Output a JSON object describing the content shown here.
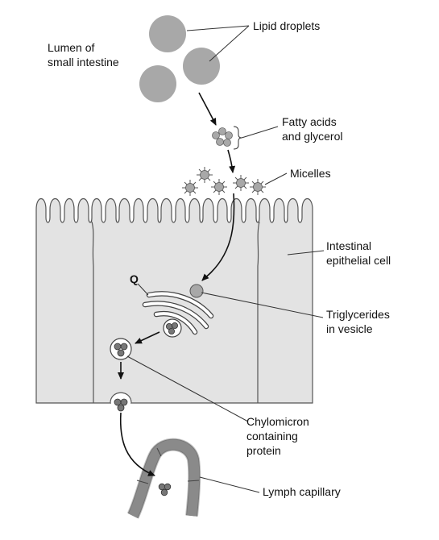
{
  "labels": {
    "lumen_line1": "Lumen of",
    "lumen_line2": "small intestine",
    "lipid_droplets": "Lipid droplets",
    "fatty_acids_line1": "Fatty acids",
    "fatty_acids_line2": "and glycerol",
    "micelles": "Micelles",
    "epithelial_line1": "Intestinal",
    "epithelial_line2": "epithelial cell",
    "q_marker": "Q",
    "triglycerides_line1": "Triglycerides",
    "triglycerides_line2": "in vesicle",
    "chylomicron_line1": "Chylomicron",
    "chylomicron_line2": "containing",
    "chylomicron_line3": "protein",
    "lymph": "Lymph capillary"
  },
  "colors": {
    "cell_fill": "#e3e3e3",
    "cell_stroke": "#555555",
    "droplet_fill": "#a8a8a8",
    "capillary_fill": "#8a8a8a"
  }
}
